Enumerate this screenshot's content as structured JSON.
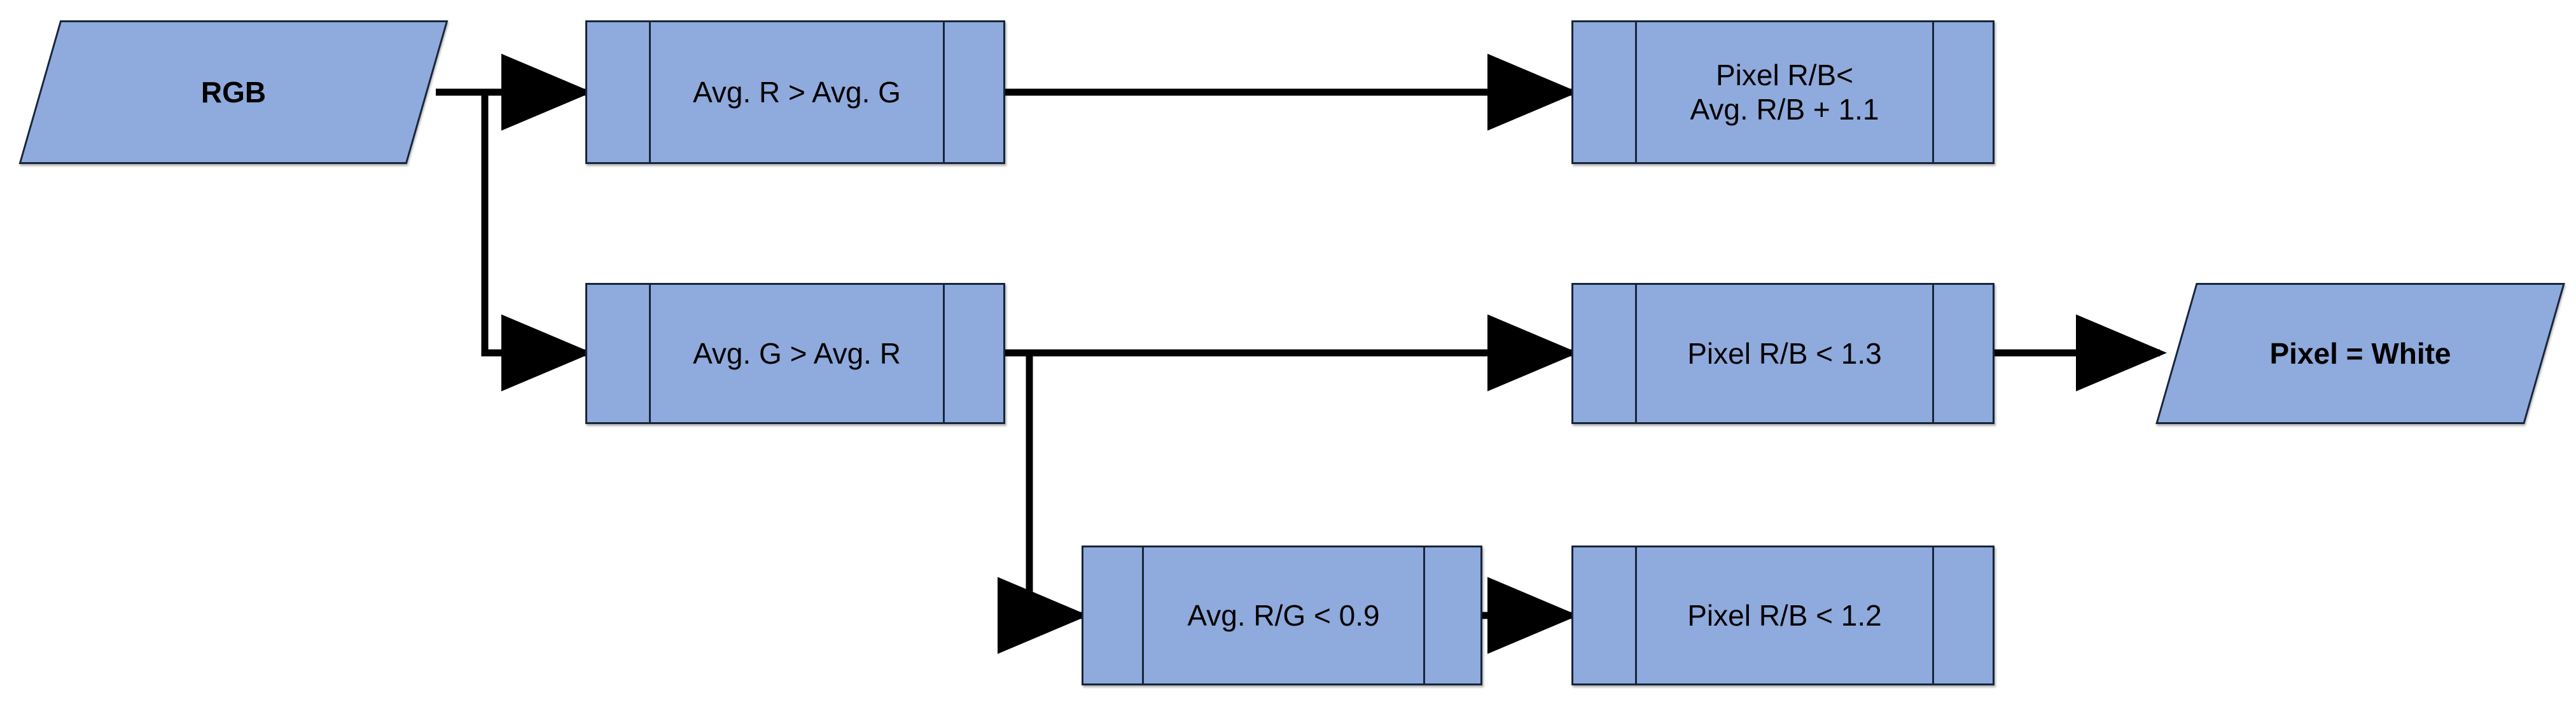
{
  "diagram": {
    "title": "RGB white-pixel classification flowchart",
    "colors": {
      "node_fill": "#8FAADC",
      "node_border": "#17253A",
      "connector": "#000000",
      "background": "#FFFFFF",
      "text": "#000000"
    },
    "nodes": [
      {
        "id": "rgb",
        "shape": "parallelogram",
        "label": "RGB",
        "bold": true
      },
      {
        "id": "avg_r_gt_g",
        "shape": "predefined-process",
        "label": "Avg. R > Avg. G",
        "bold": false
      },
      {
        "id": "avg_g_gt_r",
        "shape": "predefined-process",
        "label": "Avg. G > Avg. R",
        "bold": false
      },
      {
        "id": "pixel_rb_avg",
        "shape": "predefined-process",
        "label": "Pixel R/B<\nAvg. R/B + 1.1",
        "bold": false
      },
      {
        "id": "pixel_rb_13",
        "shape": "predefined-process",
        "label": "Pixel R/B < 1.3",
        "bold": false
      },
      {
        "id": "avg_rg_09",
        "shape": "predefined-process",
        "label": "Avg. R/G <  0.9",
        "bold": false
      },
      {
        "id": "pixel_rb_12",
        "shape": "predefined-process",
        "label": "Pixel R/B < 1.2",
        "bold": false
      },
      {
        "id": "pixel_white",
        "shape": "parallelogram",
        "label": "Pixel = White",
        "bold": true
      }
    ],
    "edges": [
      {
        "from": "rgb",
        "to": "avg_r_gt_g",
        "style": "elbow-split"
      },
      {
        "from": "rgb",
        "to": "avg_g_gt_r",
        "style": "elbow-split"
      },
      {
        "from": "avg_r_gt_g",
        "to": "pixel_rb_avg",
        "style": "straight"
      },
      {
        "from": "avg_g_gt_r",
        "to": "pixel_rb_13",
        "style": "straight"
      },
      {
        "from": "avg_g_gt_r",
        "to": "avg_rg_09",
        "style": "elbow-down"
      },
      {
        "from": "pixel_rb_13",
        "to": "pixel_white",
        "style": "straight"
      },
      {
        "from": "avg_rg_09",
        "to": "pixel_rb_12",
        "style": "straight"
      }
    ]
  }
}
